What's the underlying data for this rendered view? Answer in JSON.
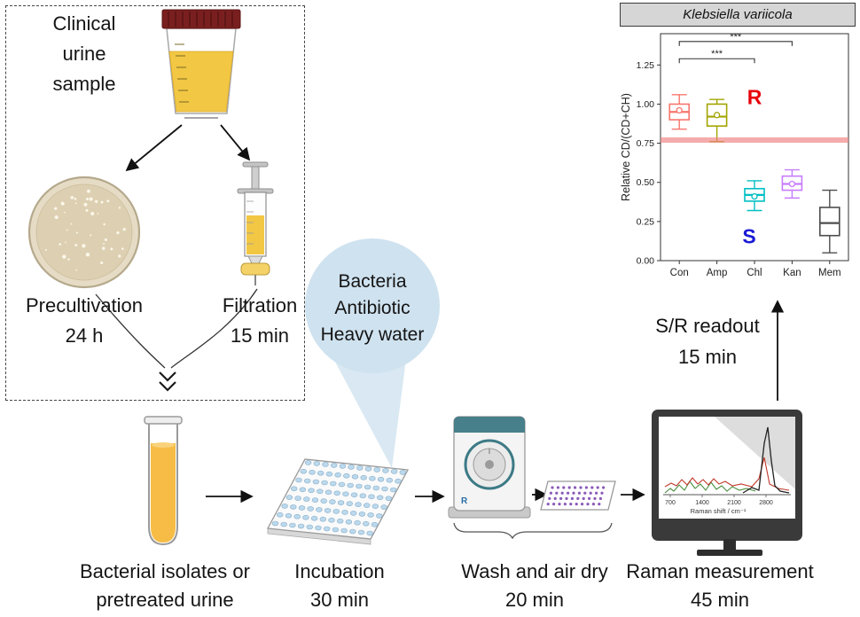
{
  "sample_box": {
    "label_lines": [
      "Clinical",
      "urine",
      "sample"
    ],
    "precultivation": {
      "name": "Precultivation",
      "time": "24 h"
    },
    "filtration": {
      "name": "Filtration",
      "time": "15 min"
    }
  },
  "balloon": {
    "lines": [
      "Bacteria",
      "Antibiotic",
      "Heavy water"
    ]
  },
  "steps": {
    "isolates": {
      "line1": "Bacterial isolates or",
      "line2": "pretreated urine"
    },
    "incubation": {
      "name": "Incubation",
      "time": "30 min"
    },
    "wash": {
      "name": "Wash and air dry",
      "time": "20 min"
    },
    "raman": {
      "name": "Raman measurement",
      "time": "45 min"
    },
    "readout": {
      "name": "S/R readout",
      "time": "15 min"
    }
  },
  "monitor_screen": {
    "xlabel": "Raman shift / cm⁻¹",
    "xticks": [
      "700",
      "1400",
      "2100",
      "2800"
    ]
  },
  "chart_data": {
    "type": "boxplot",
    "title": "Klebsiella variicola",
    "ylabel": "Relative CD/(CD+CH)",
    "ylim": [
      0,
      1.45
    ],
    "yticks": [
      0,
      0.25,
      0.5,
      0.75,
      1,
      1.25
    ],
    "categories": [
      "Con",
      "Amp",
      "Chl",
      "Kan",
      "Mem"
    ],
    "series": [
      {
        "name": "Con",
        "color": "#F8766D",
        "whisker_low": 0.84,
        "q1": 0.9,
        "median": 0.95,
        "q3": 1.0,
        "whisker_high": 1.06,
        "mean": 0.96
      },
      {
        "name": "Amp",
        "color": "#A3A500",
        "whisker_low": 0.76,
        "q1": 0.86,
        "median": 0.92,
        "q3": 1.0,
        "whisker_high": 1.03,
        "mean": 0.93
      },
      {
        "name": "Chl",
        "color": "#00BFC4",
        "whisker_low": 0.32,
        "q1": 0.38,
        "median": 0.42,
        "q3": 0.46,
        "whisker_high": 0.51,
        "mean": 0.41
      },
      {
        "name": "Kan",
        "color": "#C77CFF",
        "whisker_low": 0.4,
        "q1": 0.45,
        "median": 0.49,
        "q3": 0.54,
        "whisker_high": 0.58,
        "mean": 0.49
      },
      {
        "name": "Mem",
        "color": "#4d4d4d",
        "whisker_low": 0.05,
        "q1": 0.16,
        "median": 0.24,
        "q3": 0.34,
        "whisker_high": 0.45,
        "mean": null
      }
    ],
    "threshold": {
      "value": 0.77,
      "color": "#f08080"
    },
    "annotations": [
      {
        "label": "R",
        "color": "#e8000b",
        "x_category": "Chl",
        "y_value": 1.0,
        "dx": 0
      },
      {
        "label": "S",
        "color": "#1b1bd6",
        "x_category": "Chl",
        "y_value": 0.11,
        "dx": -6
      }
    ],
    "significance": [
      {
        "from": "Con",
        "to": "Chl",
        "label": "***",
        "y": 1.29
      },
      {
        "from": "Con",
        "to": "Kan",
        "label": "***",
        "y": 1.4
      }
    ]
  }
}
